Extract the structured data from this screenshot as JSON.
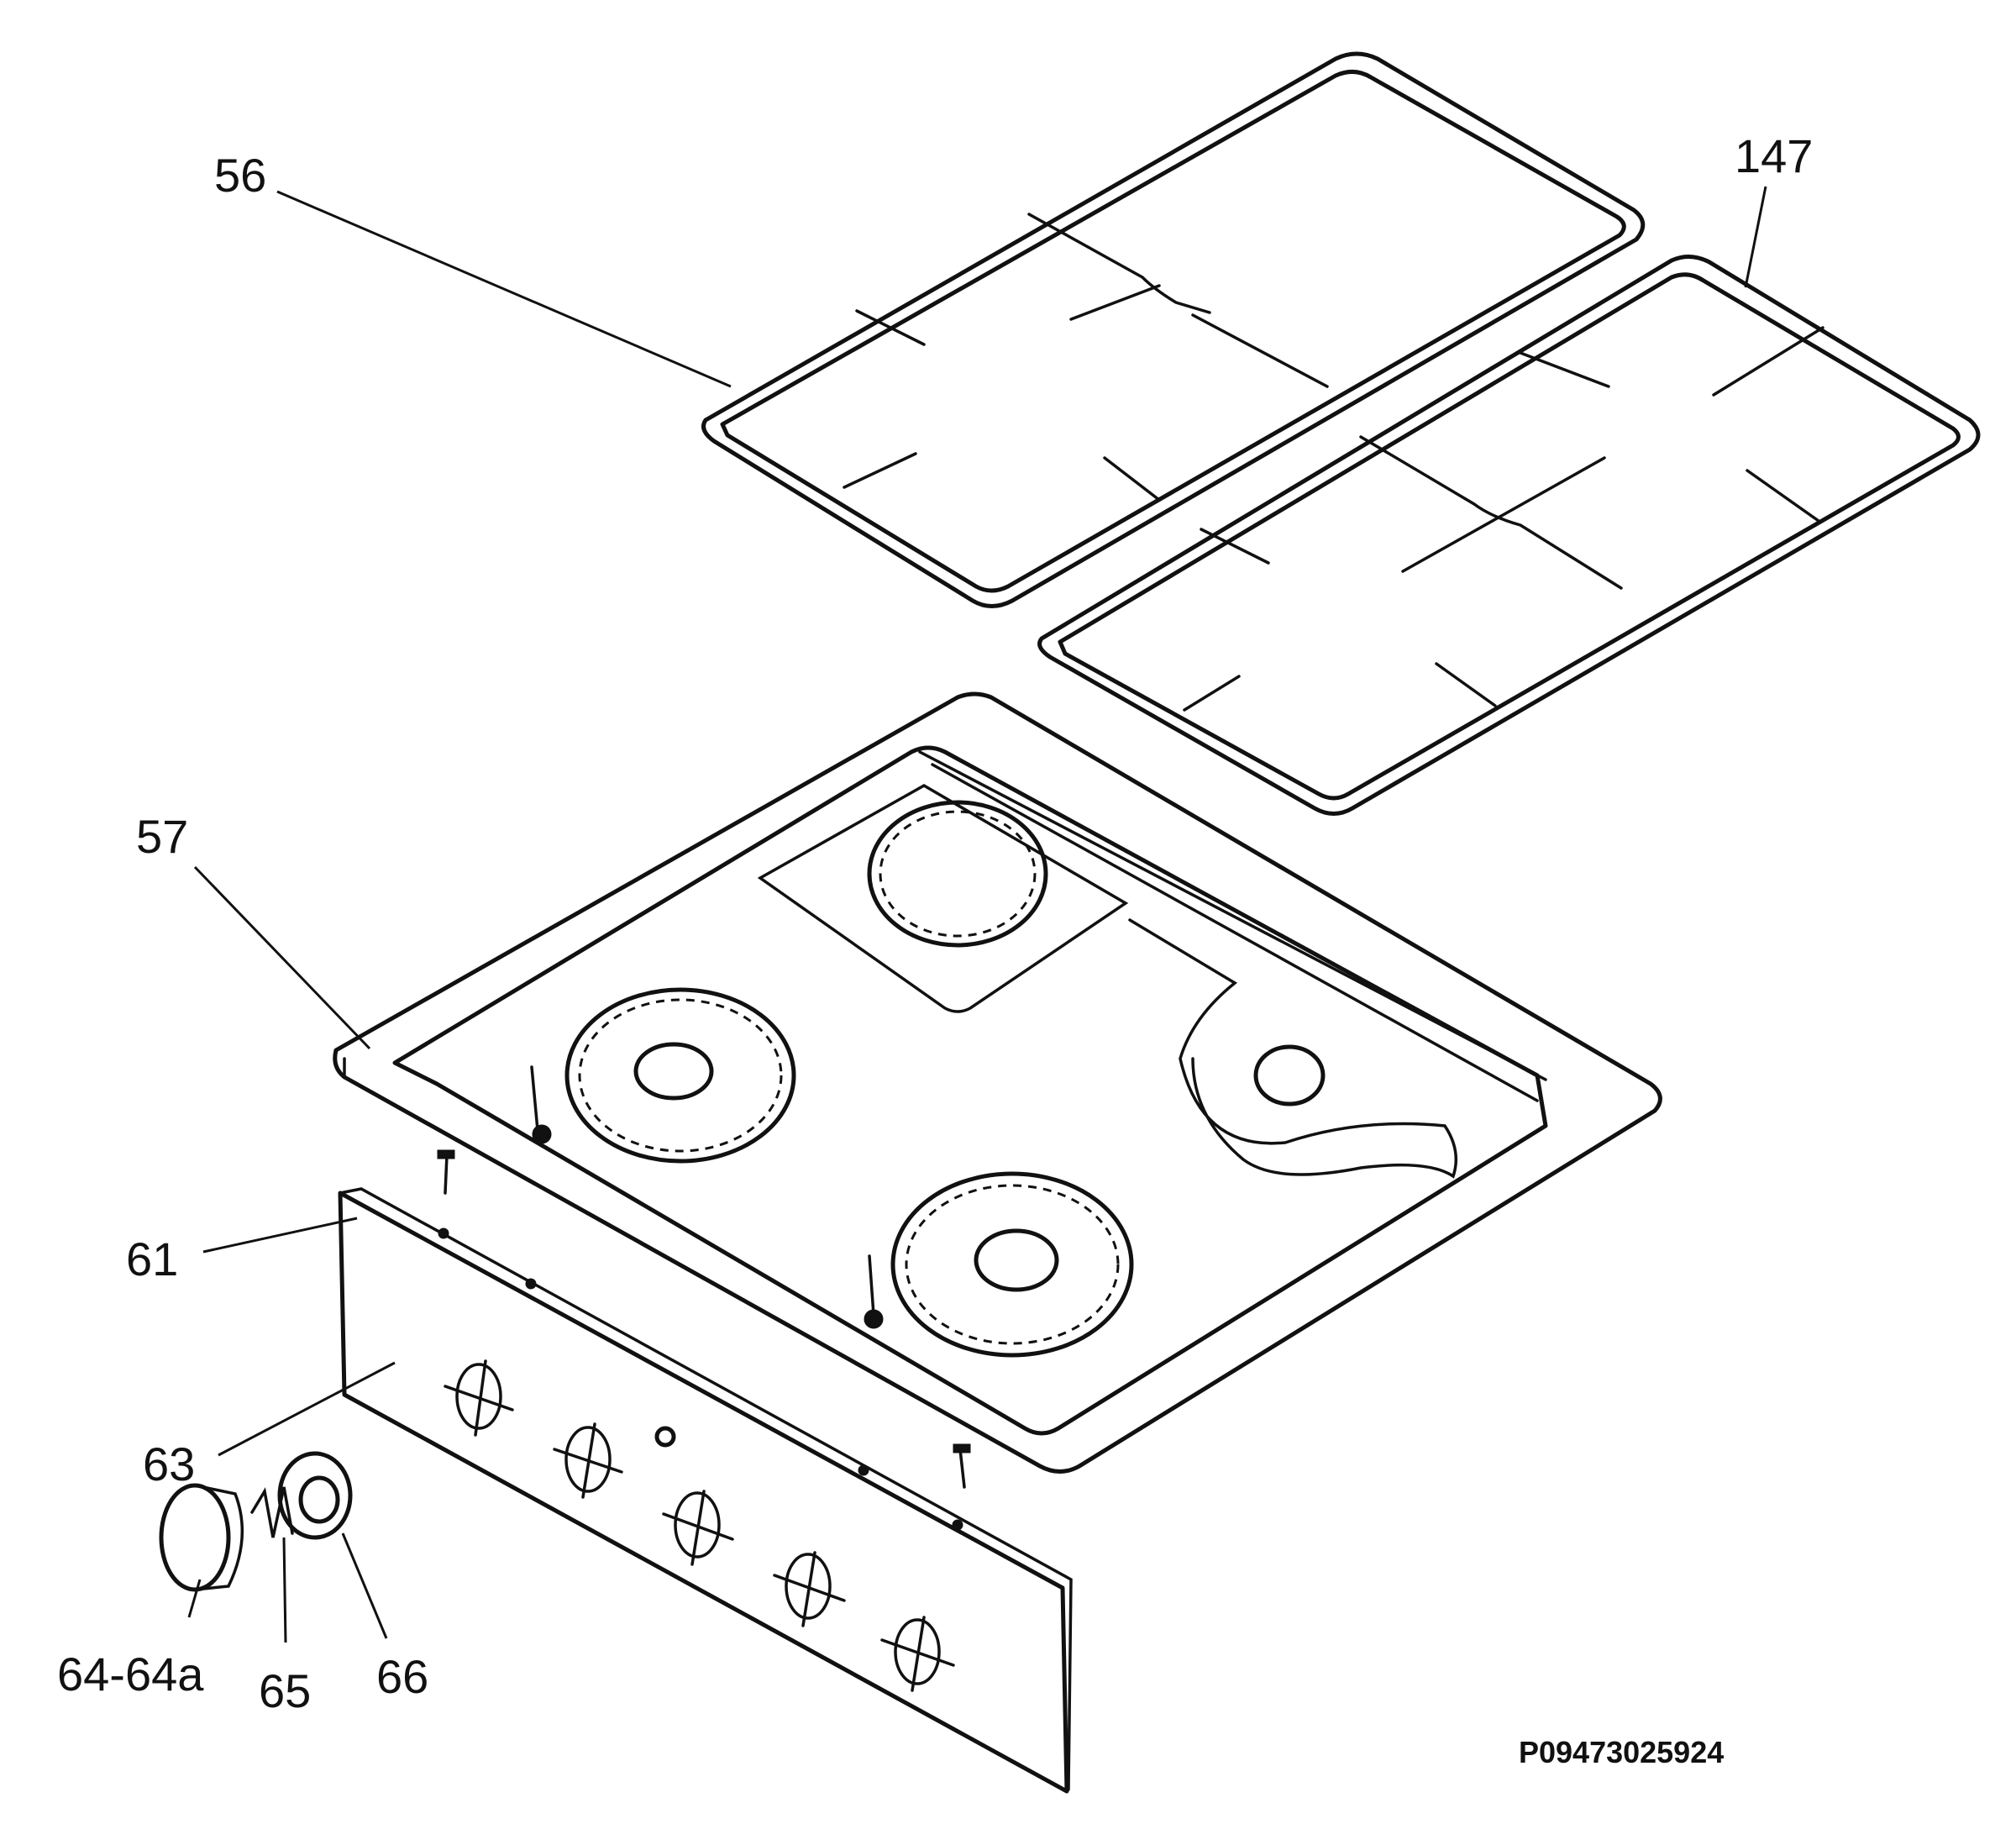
{
  "callouts": {
    "pan_support_left": "56",
    "pan_support_right": "147",
    "hob_top": "57",
    "screw": "61",
    "control_panel": "63",
    "knob": "64-64a",
    "spring": "65",
    "bezel": "66"
  },
  "drawing_code": "P09473025924"
}
